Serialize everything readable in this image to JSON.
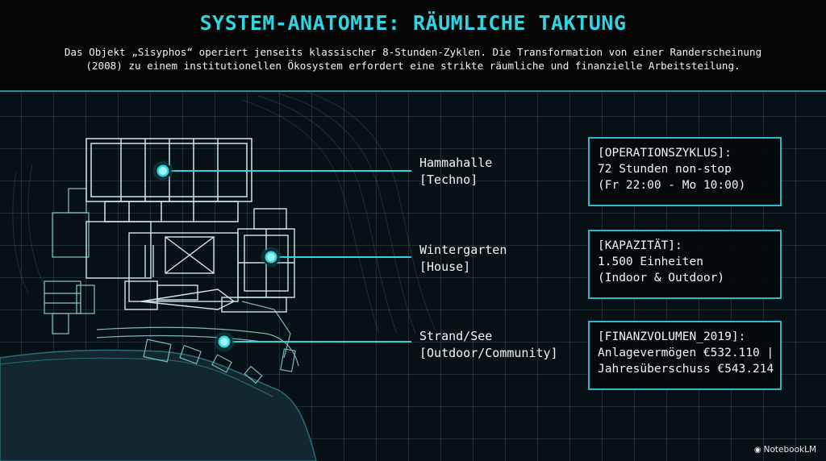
{
  "header": {
    "title": "SYSTEM-ANATOMIE: RÄUMLICHE TAKTUNG",
    "subtitle_line1": "Das Objekt „Sisyphos“ operiert jenseits klassischer 8-Stunden-Zyklen. Die Transformation von einer Randerscheinung",
    "subtitle_line2": "(2008) zu einem institutionellen Ökosystem erfordert eine strikte räumliche und finanzielle Arbeitsteilung."
  },
  "zones": [
    {
      "name": "Hammahalle",
      "genre": "[Techno]"
    },
    {
      "name": "Wintergarten",
      "genre": "[House]"
    },
    {
      "name": "Strand/See",
      "genre": "[Outdoor/Community]"
    }
  ],
  "info_boxes": [
    {
      "heading": "[OPERATIONSZYKLUS]:",
      "line1": "72 Stunden non-stop",
      "line2": "(Fr 22:00 - Mo 10:00)"
    },
    {
      "heading": "[KAPAZITÄT]:",
      "line1": "1.500 Einheiten",
      "line2": "(Indoor & Outdoor)"
    },
    {
      "heading": "[FINANZVOLUMEN_2019]:",
      "line1": "Anlagevermögen €532.110 |",
      "line2": "Jahresüberschuss €543.214"
    }
  ],
  "brand": {
    "name": "NotebookLM",
    "icon": "notebook-logo-icon"
  },
  "colors": {
    "accent": "#2fd6e2",
    "line": "#29b9c6",
    "background": "#060b0d"
  }
}
